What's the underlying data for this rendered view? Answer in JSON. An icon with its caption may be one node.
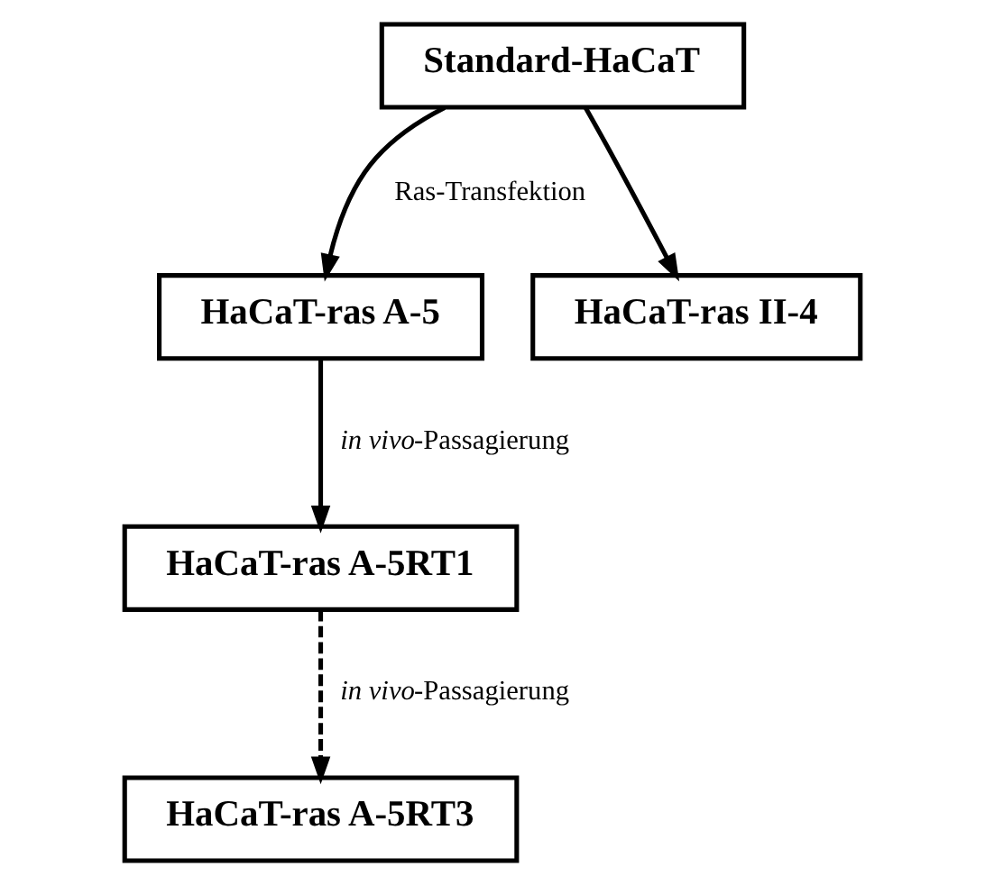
{
  "diagram": {
    "nodes": [
      {
        "text": [
          "Standard-HaCaT"
        ]
      },
      {
        "text": [
          "HaCaT-ras A-5"
        ]
      },
      {
        "text": [
          "HaCaT-ras II-4"
        ]
      },
      {
        "text": [
          "HaCaT-ras A-5RT1"
        ]
      },
      {
        "text": [
          "HaCaT-ras A-5RT3"
        ]
      }
    ],
    "edges": [
      {
        "from": 0,
        "to": 1,
        "arrow": "to",
        "label": "Ras-Transfektion"
      },
      {
        "from": 0,
        "to": 2,
        "arrow": "to"
      },
      {
        "from": 1,
        "to": 3,
        "arrow": "to",
        "label": "*in vivo*-Passagierung"
      },
      {
        "from": 3,
        "to": 4,
        "arrow": "to",
        "label": "*in vivo*-Passagierung",
        "style": "dashed"
      }
    ]
  }
}
